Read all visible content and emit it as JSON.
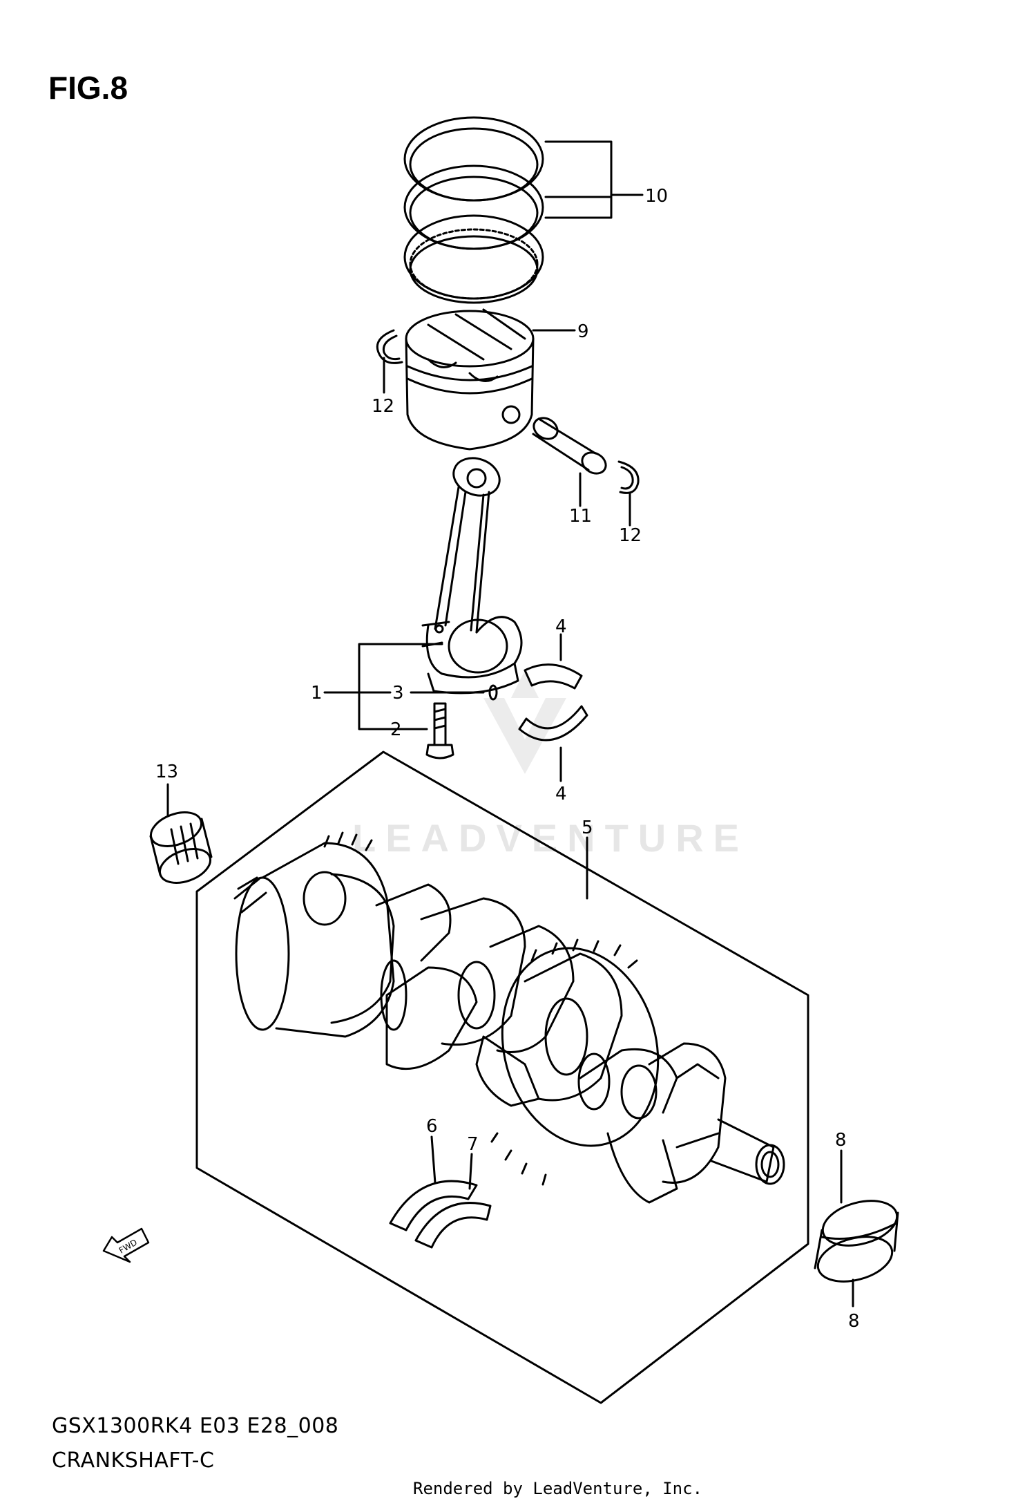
{
  "figure": {
    "title": "FIG.8"
  },
  "callouts": {
    "c1": "1",
    "c2": "2",
    "c3": "3",
    "c4a": "4",
    "c4b": "4",
    "c5": "5",
    "c6": "6",
    "c7": "7",
    "c8a": "8",
    "c8b": "8",
    "c9": "9",
    "c10": "10",
    "c11": "11",
    "c12a": "12",
    "c12b": "12",
    "c13": "13"
  },
  "fwd_arrow": {
    "label": "FWD",
    "icon": "fwd-arrow-icon"
  },
  "watermark": {
    "text": "LEADVENTURE"
  },
  "footer": {
    "model_code": "GSX1300RK4 E03 E28_008",
    "section_name": "CRANKSHAFT-C",
    "render_credit": "Rendered by LeadVenture, Inc."
  }
}
